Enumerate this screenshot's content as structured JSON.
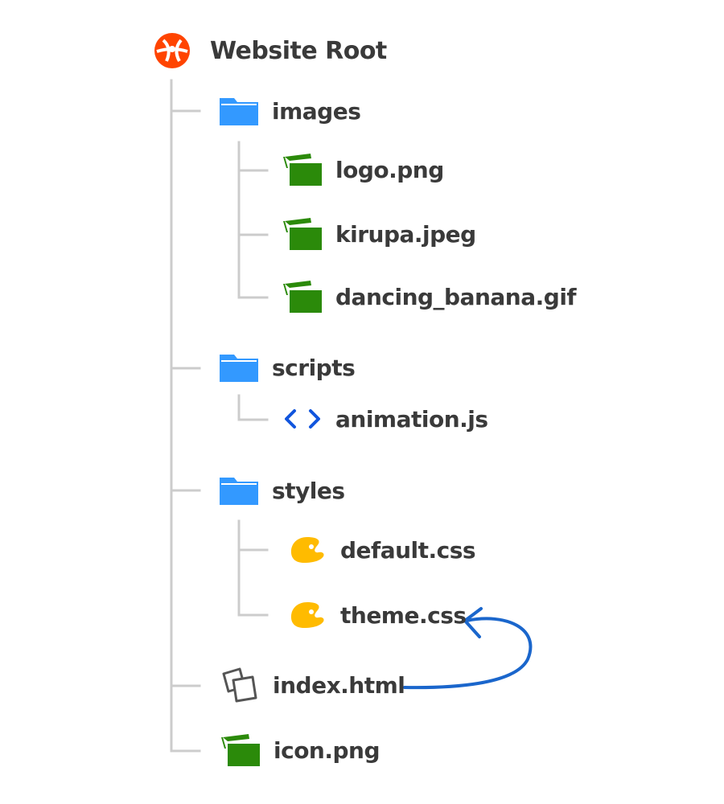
{
  "tree": {
    "root": {
      "label": "Website Root",
      "icon": "globe-icon"
    },
    "images": {
      "label": "images",
      "icon": "folder-icon"
    },
    "logo": {
      "label": "logo.png",
      "icon": "image-file-icon"
    },
    "kirupa": {
      "label": "kirupa.jpeg",
      "icon": "image-file-icon"
    },
    "banana": {
      "label": "dancing_banana.gif",
      "icon": "image-file-icon"
    },
    "scripts": {
      "label": "scripts",
      "icon": "folder-icon"
    },
    "animation": {
      "label": "animation.js",
      "icon": "code-brackets-icon"
    },
    "styles": {
      "label": "styles",
      "icon": "folder-icon"
    },
    "default_css": {
      "label": "default.css",
      "icon": "palette-icon"
    },
    "theme_css": {
      "label": "theme.css",
      "icon": "palette-icon"
    },
    "index_html": {
      "label": "index.html",
      "icon": "document-pages-icon"
    },
    "icon_png": {
      "label": "icon.png",
      "icon": "image-file-icon"
    }
  },
  "colors": {
    "connector": "#cccccc",
    "folder": "#3399ff",
    "image": "#2b8a0a",
    "code": "#1155dd",
    "palette": "#ffbb00",
    "globe": "#ff4400",
    "arrow": "#1a66cc",
    "text": "#3a3a3a"
  }
}
